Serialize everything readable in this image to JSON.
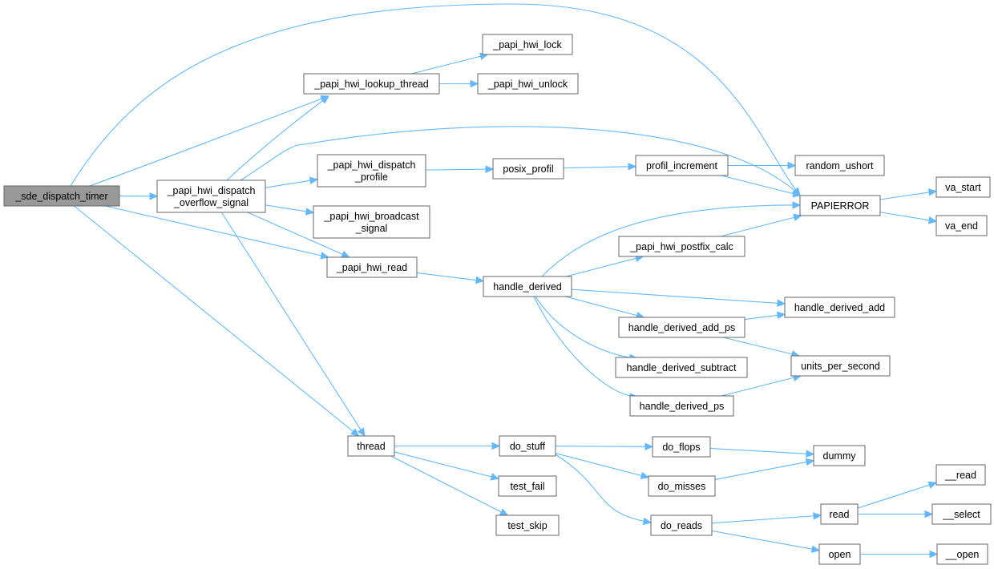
{
  "graph": {
    "colors": {
      "edge": "#63b8ff",
      "node_border": "#666666",
      "root_fill": "#999999",
      "node_fill": "#ffffff"
    },
    "nodes": [
      {
        "id": "sde",
        "lines": [
          "_sde_dispatch_timer"
        ]
      },
      {
        "id": "dispatch_overflow",
        "lines": [
          "_papi_hwi_dispatch",
          "_overflow_signal"
        ]
      },
      {
        "id": "lookup_thread",
        "lines": [
          "_papi_hwi_lookup_thread"
        ]
      },
      {
        "id": "hwi_lock",
        "lines": [
          "_papi_hwi_lock"
        ]
      },
      {
        "id": "hwi_unlock",
        "lines": [
          "_papi_hwi_unlock"
        ]
      },
      {
        "id": "dispatch_profile",
        "lines": [
          "_papi_hwi_dispatch",
          "_profile"
        ]
      },
      {
        "id": "broadcast",
        "lines": [
          "_papi_hwi_broadcast",
          "_signal"
        ]
      },
      {
        "id": "hwi_read",
        "lines": [
          "_papi_hwi_read"
        ]
      },
      {
        "id": "thread",
        "lines": [
          "thread"
        ]
      },
      {
        "id": "posix_profil",
        "lines": [
          "posix_profil"
        ]
      },
      {
        "id": "profil_increment",
        "lines": [
          "profil_increment"
        ]
      },
      {
        "id": "random_ushort",
        "lines": [
          "random_ushort"
        ]
      },
      {
        "id": "papierror",
        "lines": [
          "PAPIERROR"
        ]
      },
      {
        "id": "va_start",
        "lines": [
          "va_start"
        ]
      },
      {
        "id": "va_end",
        "lines": [
          "va_end"
        ]
      },
      {
        "id": "handle_derived",
        "lines": [
          "handle_derived"
        ]
      },
      {
        "id": "postfix_calc",
        "lines": [
          "_papi_hwi_postfix_calc"
        ]
      },
      {
        "id": "hd_add",
        "lines": [
          "handle_derived_add"
        ]
      },
      {
        "id": "hd_add_ps",
        "lines": [
          "handle_derived_add_ps"
        ]
      },
      {
        "id": "hd_subtract",
        "lines": [
          "handle_derived_subtract"
        ]
      },
      {
        "id": "hd_ps",
        "lines": [
          "handle_derived_ps"
        ]
      },
      {
        "id": "units_per_second",
        "lines": [
          "units_per_second"
        ]
      },
      {
        "id": "do_stuff",
        "lines": [
          "do_stuff"
        ]
      },
      {
        "id": "test_fail",
        "lines": [
          "test_fail"
        ]
      },
      {
        "id": "test_skip",
        "lines": [
          "test_skip"
        ]
      },
      {
        "id": "do_flops",
        "lines": [
          "do_flops"
        ]
      },
      {
        "id": "do_misses",
        "lines": [
          "do_misses"
        ]
      },
      {
        "id": "do_reads",
        "lines": [
          "do_reads"
        ]
      },
      {
        "id": "dummy",
        "lines": [
          "dummy"
        ]
      },
      {
        "id": "read",
        "lines": [
          "read"
        ]
      },
      {
        "id": "open",
        "lines": [
          "open"
        ]
      },
      {
        "id": "__read",
        "lines": [
          "__read"
        ]
      },
      {
        "id": "__select",
        "lines": [
          "__select"
        ]
      },
      {
        "id": "__open",
        "lines": [
          "__open"
        ]
      }
    ],
    "edges": [
      [
        "sde",
        "dispatch_overflow"
      ],
      [
        "sde",
        "lookup_thread"
      ],
      [
        "sde",
        "papierror"
      ],
      [
        "sde",
        "hwi_read"
      ],
      [
        "sde",
        "thread"
      ],
      [
        "dispatch_overflow",
        "lookup_thread"
      ],
      [
        "dispatch_overflow",
        "papierror"
      ],
      [
        "dispatch_overflow",
        "dispatch_profile"
      ],
      [
        "dispatch_overflow",
        "broadcast"
      ],
      [
        "dispatch_overflow",
        "hwi_read"
      ],
      [
        "dispatch_overflow",
        "thread"
      ],
      [
        "lookup_thread",
        "hwi_lock"
      ],
      [
        "lookup_thread",
        "hwi_unlock"
      ],
      [
        "dispatch_profile",
        "posix_profil"
      ],
      [
        "posix_profil",
        "profil_increment"
      ],
      [
        "profil_increment",
        "random_ushort"
      ],
      [
        "profil_increment",
        "papierror"
      ],
      [
        "papierror",
        "va_start"
      ],
      [
        "papierror",
        "va_end"
      ],
      [
        "hwi_read",
        "handle_derived"
      ],
      [
        "handle_derived",
        "papierror"
      ],
      [
        "handle_derived",
        "postfix_calc"
      ],
      [
        "handle_derived",
        "hd_add"
      ],
      [
        "handle_derived",
        "hd_add_ps"
      ],
      [
        "handle_derived",
        "hd_subtract"
      ],
      [
        "handle_derived",
        "hd_ps"
      ],
      [
        "postfix_calc",
        "papierror"
      ],
      [
        "hd_add_ps",
        "hd_add"
      ],
      [
        "hd_add_ps",
        "units_per_second"
      ],
      [
        "hd_ps",
        "units_per_second"
      ],
      [
        "thread",
        "do_stuff"
      ],
      [
        "thread",
        "test_fail"
      ],
      [
        "thread",
        "test_skip"
      ],
      [
        "do_stuff",
        "do_flops"
      ],
      [
        "do_stuff",
        "do_misses"
      ],
      [
        "do_stuff",
        "do_reads"
      ],
      [
        "do_flops",
        "dummy"
      ],
      [
        "do_misses",
        "dummy"
      ],
      [
        "do_reads",
        "read"
      ],
      [
        "do_reads",
        "open"
      ],
      [
        "read",
        "__read"
      ],
      [
        "read",
        "__select"
      ],
      [
        "open",
        "__open"
      ]
    ]
  }
}
